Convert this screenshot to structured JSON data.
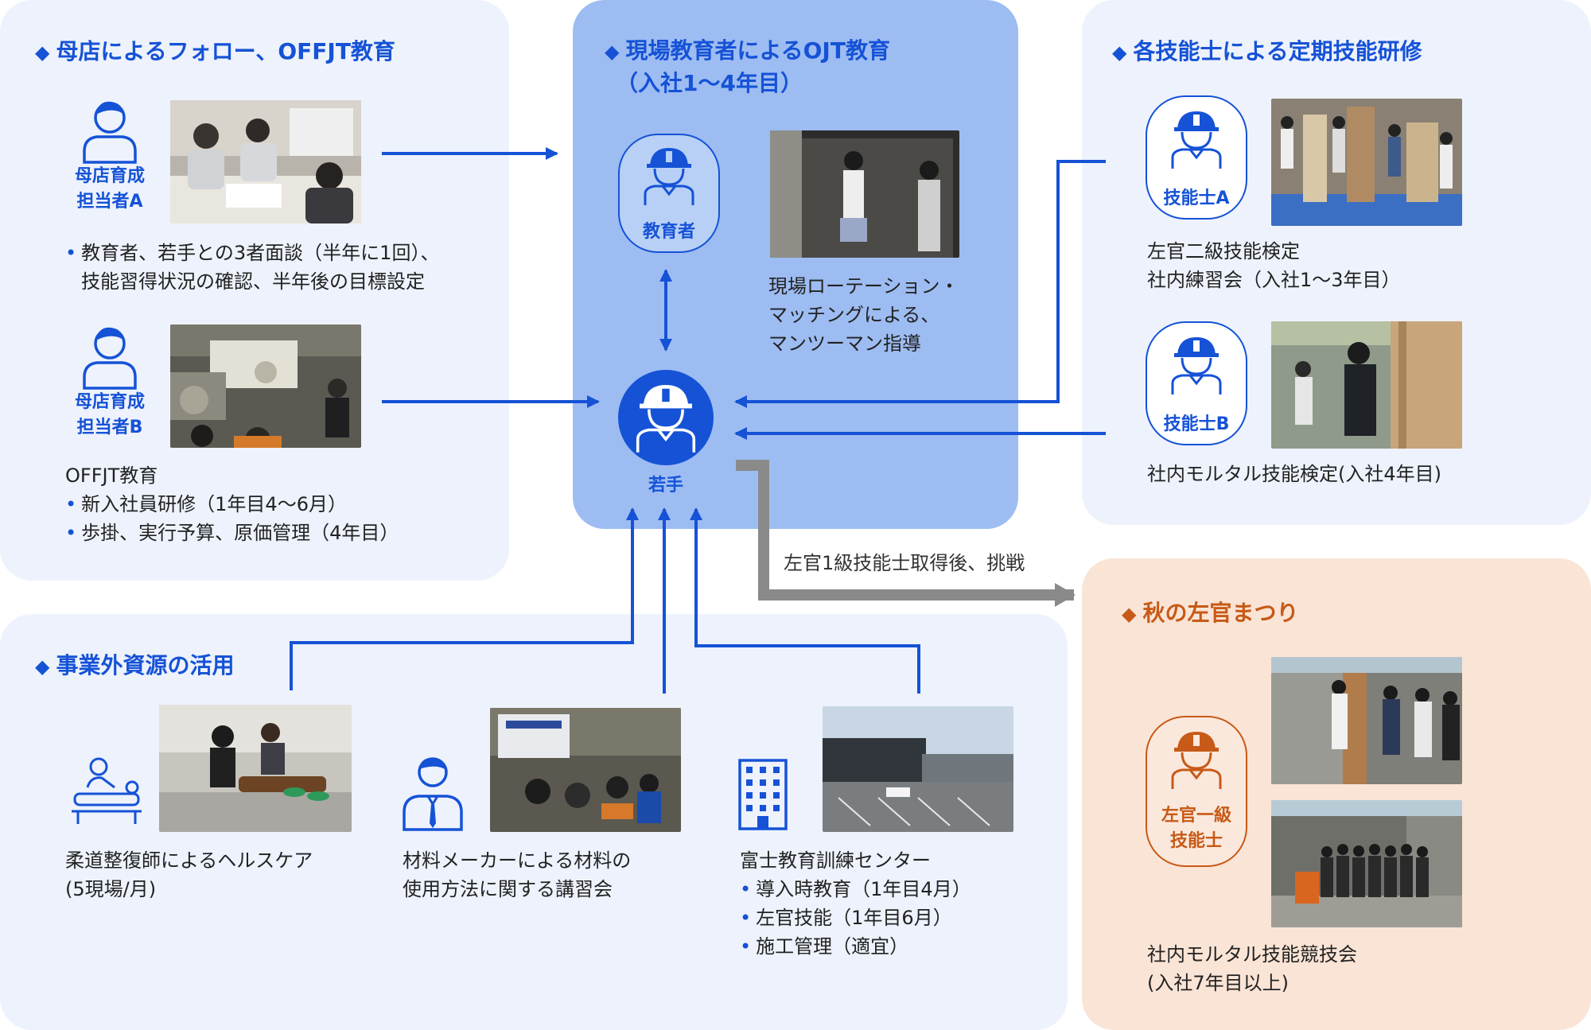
{
  "left_panel": {
    "title": "母店によるフォロー、OFFJT教育",
    "person_a": {
      "label_line1": "母店育成",
      "label_line2": "担当者A"
    },
    "person_a_notes": [
      "教育者、若手との3者面談（半年に1回）、",
      "技能習得状況の確認、半年後の目標設定"
    ],
    "person_b": {
      "label_line1": "母店育成",
      "label_line2": "担当者B"
    },
    "offjt_heading": "OFFJT教育",
    "offjt_items": [
      "新入社員研修（1年目4～6月）",
      "歩掛、実行予算、原価管理（4年目）"
    ]
  },
  "center_panel": {
    "title_line1": "現場教育者によるOJT教育",
    "title_line2": "（入社1～4年目）",
    "educator_label": "教育者",
    "youth_label": "若手",
    "ojt_notes": [
      "現場ローテーション・",
      "マッチングによる、",
      "マンツーマン指導"
    ]
  },
  "right_panel": {
    "title": "各技能士による定期技能研修",
    "skill_a_label": "技能士A",
    "skill_a_notes": [
      "左官二級技能検定",
      "社内練習会（入社1～3年目）"
    ],
    "skill_b_label": "技能士B",
    "skill_b_notes": [
      "社内モルタル技能検定(入社4年目)"
    ]
  },
  "challenge_arrow_label": "左官1級技能士取得後、挑戦",
  "autumn_panel": {
    "title": "秋の左官まつり",
    "master_line1": "左官一級",
    "master_line2": "技能士",
    "notes": [
      "社内モルタル技能競技会",
      "(入社7年目以上)"
    ]
  },
  "bottom_panel": {
    "title": "事業外資源の活用",
    "healthcare_notes": [
      "柔道整復師によるヘルスケア",
      "(5現場/月)"
    ],
    "maker_notes": [
      "材料メーカーによる材料の",
      "使用方法に関する講習会"
    ],
    "center_heading": "富士教育訓練センター",
    "center_items": [
      "導入時教育（1年目4月）",
      "左官技能（1年目6月）",
      "施工管理（適宜）"
    ]
  },
  "icons": {
    "person": "person-icon",
    "helmet_worker": "helmet-worker-icon",
    "massage": "massage-icon",
    "businessman": "businessman-icon",
    "building": "building-icon"
  },
  "colors": {
    "blue": "#1552d6",
    "orange": "#c75a17",
    "gray_arrow": "#8a8a8a",
    "panel_light": "#edf2fc",
    "panel_center": "#9dbcf2",
    "panel_autumn": "#fae4d6"
  }
}
